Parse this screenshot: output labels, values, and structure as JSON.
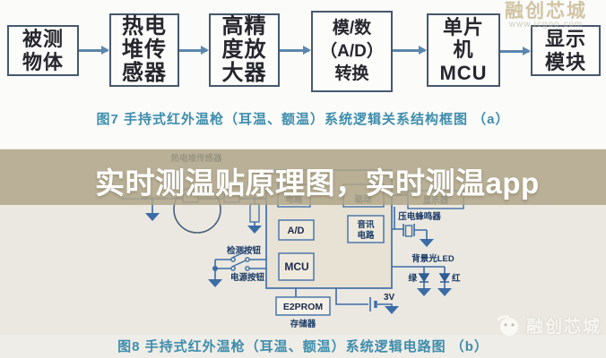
{
  "figure7": {
    "boxes": [
      "被测\n物体",
      "热电\n堆传\n感器",
      "高精\n度放\n大器",
      "模/数\n（A/D）\n转换",
      "单片\n机\nMCU",
      "显示\n模块"
    ],
    "caption": "图7  手持式红外温枪（耳温、额温）系统逻辑关系结构框图 （a）"
  },
  "top_watermark": {
    "line1": "融创芯城",
    "line2": "www.icgoo.com"
  },
  "banner": {
    "title": "实时测温贴原理图，实时测温app"
  },
  "figure8": {
    "caption": "图8  手持式红外温枪（耳温、额温）系统逻辑电路图 （b）",
    "labels": {
      "sensor": "热电堆传感器",
      "amp_box": "电路",
      "driver_box": "驱动",
      "display_box": "显示器",
      "adc": "A/D",
      "mcu": "MCU",
      "audio_line1": "音讯",
      "audio_line2": "电路",
      "eeprom": "E2PROM",
      "memory": "存储器",
      "battery": "3V",
      "buzzer": "压电蜂鸣器",
      "backlight": "背景光LED",
      "green_led": "绿",
      "red_led": "红",
      "detect_button": "检测按钮",
      "power_button": "电源按钮"
    }
  },
  "brand_logo": {
    "text": "融创芯城"
  },
  "colors": {
    "accent_teal": "#3e8dac",
    "banner_bg": "#b0a68a",
    "circuit_blue": "#3c6ca5",
    "box_border": "#47586d"
  }
}
